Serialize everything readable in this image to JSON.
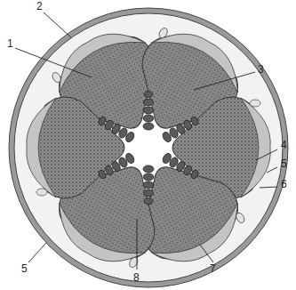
{
  "diagram": {
    "labels": [
      "1",
      "2",
      "3",
      "4",
      "5",
      "6",
      "5",
      "7",
      "8"
    ]
  }
}
